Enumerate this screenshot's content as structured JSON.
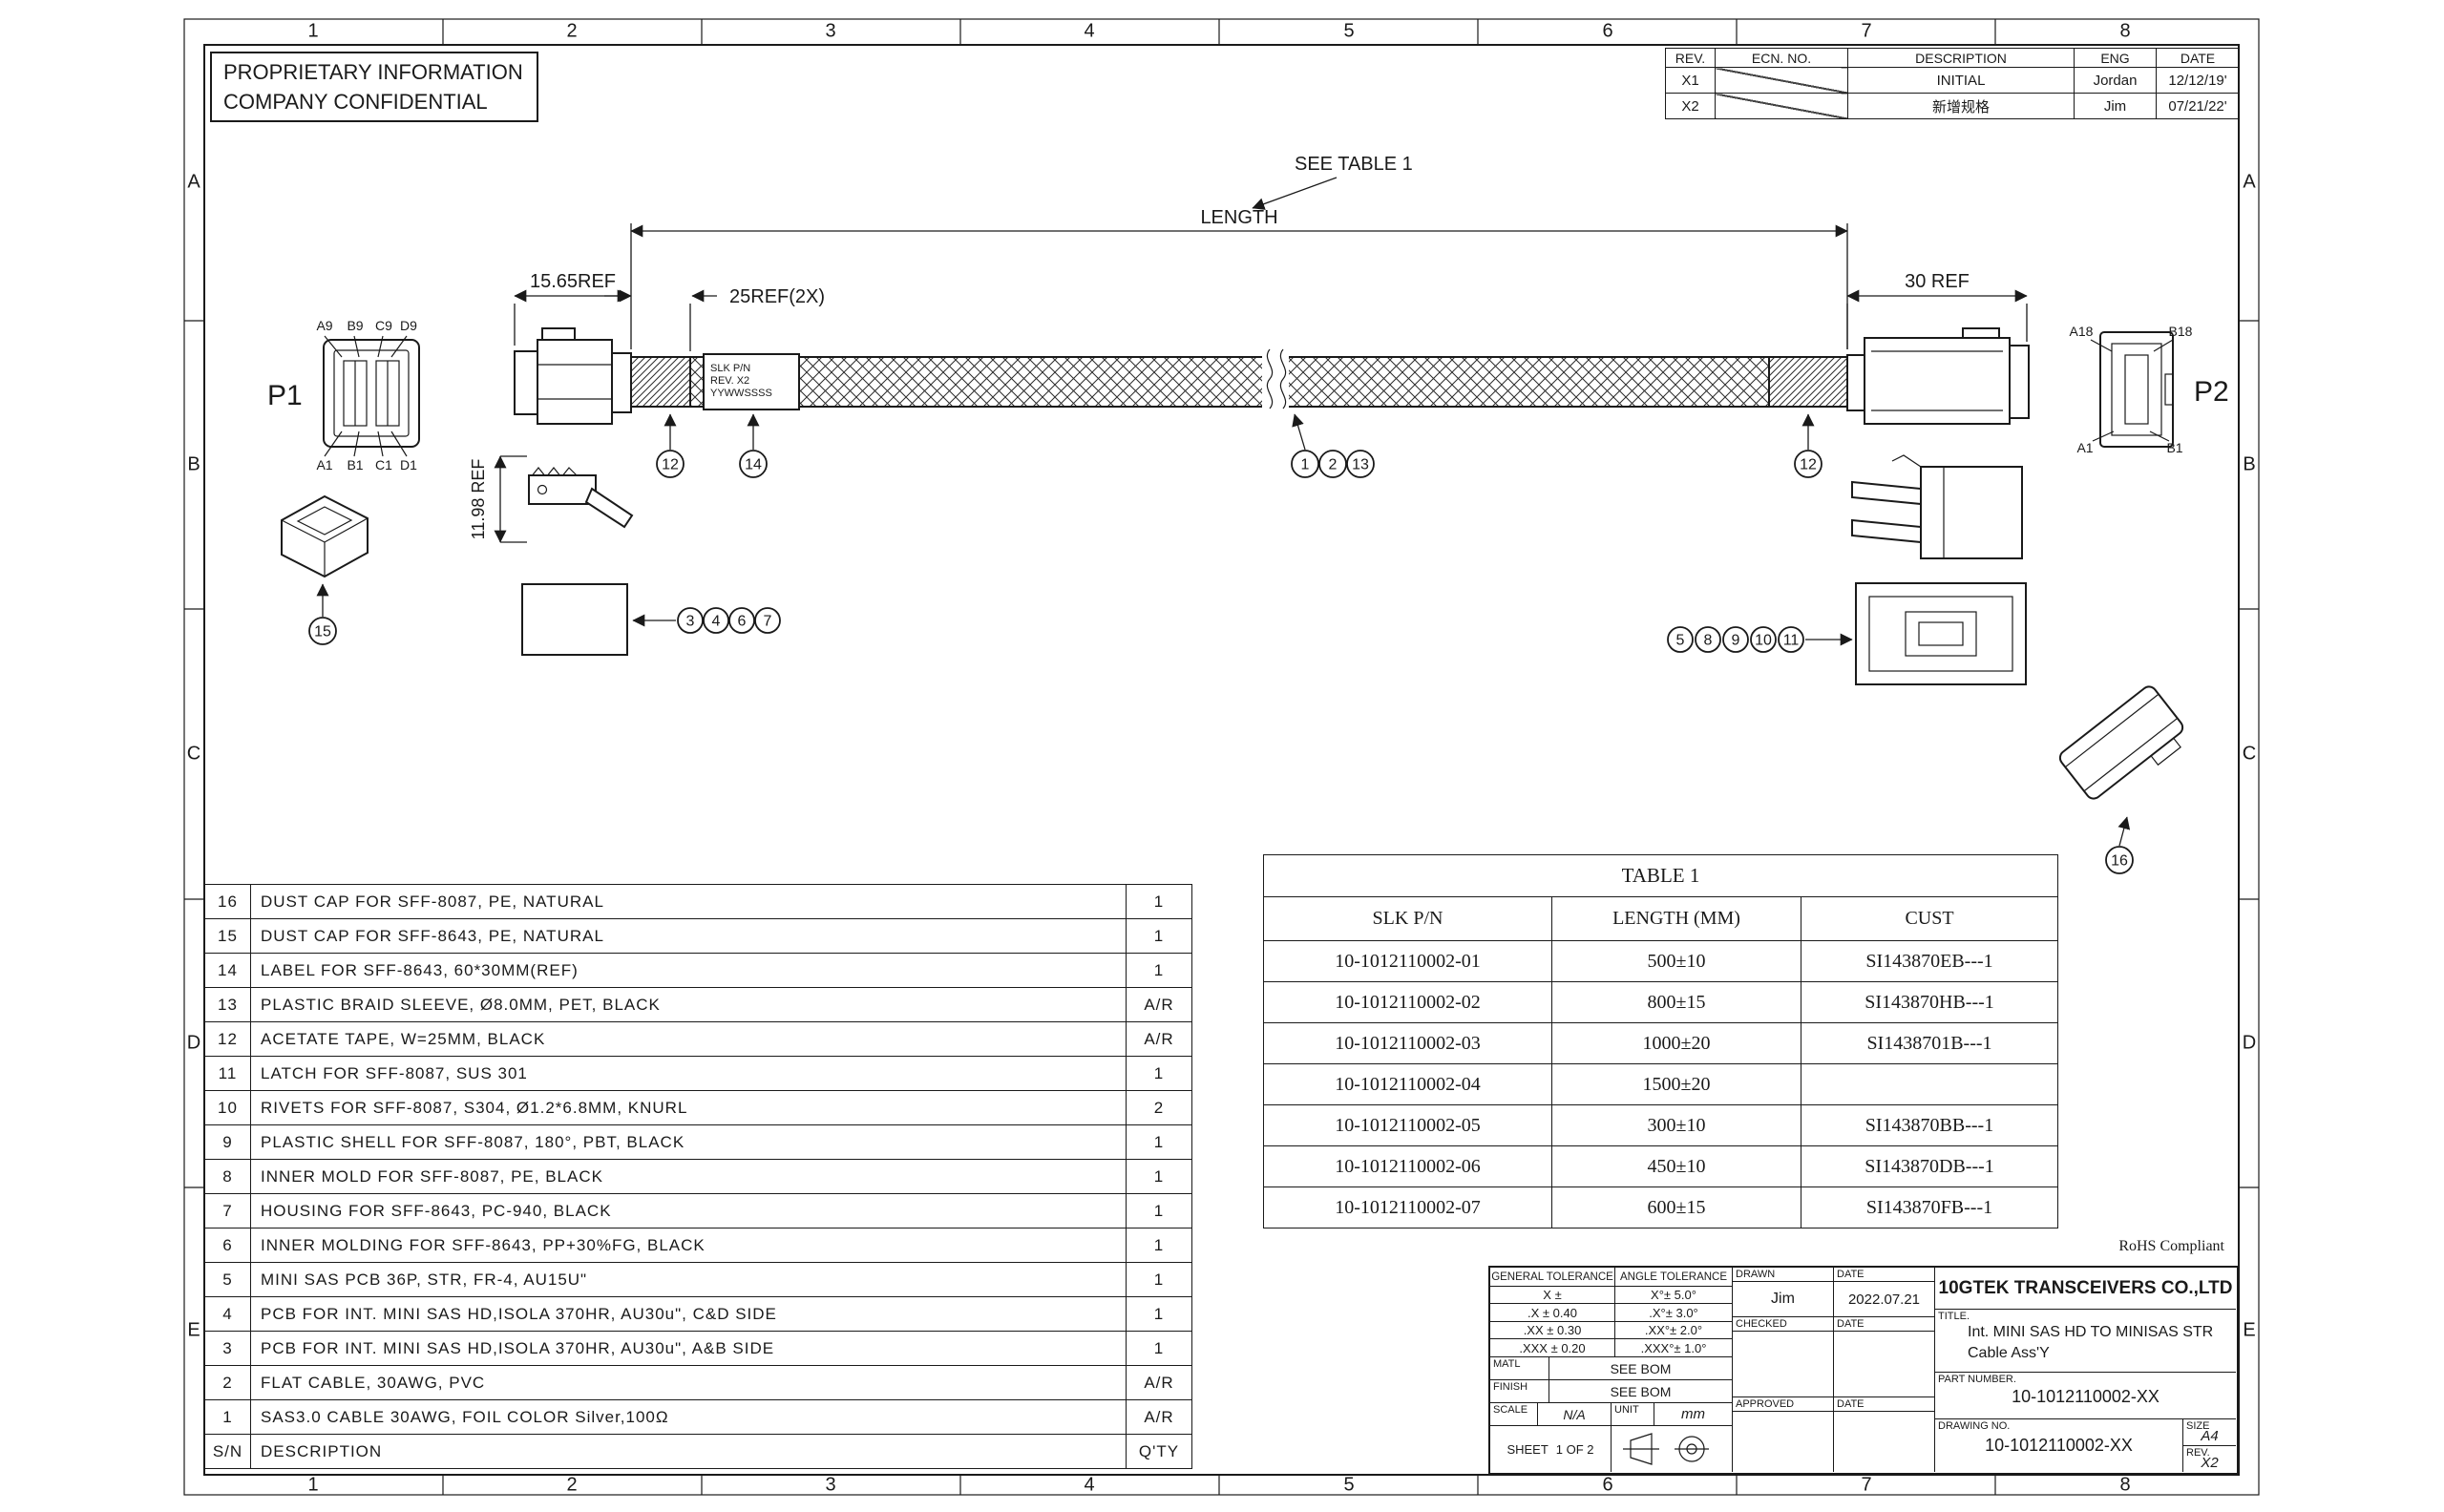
{
  "sheet": {
    "proprietary_line1": "PROPRIETARY INFORMATION",
    "proprietary_line2": "COMPANY CONFIDENTIAL",
    "rohs": "RoHS Compliant",
    "grid_cols": [
      "1",
      "2",
      "3",
      "4",
      "5",
      "6",
      "7",
      "8"
    ],
    "grid_rows": [
      "A",
      "B",
      "C",
      "D",
      "E"
    ]
  },
  "revisions": {
    "headers": {
      "rev": "REV.",
      "ecn": "ECN. NO.",
      "description": "DESCRIPTION",
      "eng": "ENG",
      "date": "DATE"
    },
    "rows": [
      {
        "rev": "X1",
        "description": "INITIAL",
        "eng": "Jordan",
        "date": "12/12/19'"
      },
      {
        "rev": "X2",
        "description": "新增规格",
        "eng": "Jim",
        "date": "07/21/22'"
      }
    ]
  },
  "drawing": {
    "see_table": "SEE TABLE 1",
    "length": "LENGTH",
    "dim_left_connector": "15.65REF",
    "dim_tape": "25REF(2X)",
    "dim_right_connector": "30 REF",
    "dim_height": "11.98 REF",
    "p1": "P1",
    "p2": "P2",
    "p1_pins": {
      "a9": "A9",
      "b9": "B9",
      "c9": "C9",
      "d9": "D9",
      "a1": "A1",
      "b1": "B1",
      "c1": "C1",
      "d1": "D1"
    },
    "p2_pins": {
      "a18": "A18",
      "b18": "B18",
      "a1": "A1",
      "b1": "B1"
    },
    "cable_label": {
      "line1": "SLK P/N",
      "line2": "REV. X2",
      "line3": "YYWWSSSS"
    },
    "balloons": {
      "tape_left": "12",
      "label": "14",
      "cable": [
        "1",
        "2",
        "13"
      ],
      "tape_right": "12",
      "label_view": [
        "3",
        "4",
        "6",
        "7"
      ],
      "p2_view": [
        "5",
        "8",
        "9",
        "10",
        "11"
      ],
      "cap_p1": "15",
      "cap_p2": "16"
    }
  },
  "bom": {
    "footer": {
      "sn": "S/N",
      "desc": "DESCRIPTION",
      "qty": "Q'TY"
    },
    "rows": [
      {
        "sn": "16",
        "desc": "DUST CAP FOR SFF-8087, PE, NATURAL",
        "qty": "1"
      },
      {
        "sn": "15",
        "desc": "DUST CAP FOR SFF-8643, PE, NATURAL",
        "qty": "1"
      },
      {
        "sn": "14",
        "desc": "LABEL FOR SFF-8643, 60*30MM(REF)",
        "qty": "1"
      },
      {
        "sn": "13",
        "desc": "PLASTIC BRAID SLEEVE, Ø8.0MM, PET, BLACK",
        "qty": "A/R"
      },
      {
        "sn": "12",
        "desc": "ACETATE TAPE, W=25MM, BLACK",
        "qty": "A/R"
      },
      {
        "sn": "11",
        "desc": "LATCH FOR SFF-8087, SUS 301",
        "qty": "1"
      },
      {
        "sn": "10",
        "desc": "RIVETS FOR SFF-8087, S304, Ø1.2*6.8MM, KNURL",
        "qty": "2"
      },
      {
        "sn": "9",
        "desc": "PLASTIC SHELL FOR SFF-8087, 180°, PBT, BLACK",
        "qty": "1"
      },
      {
        "sn": "8",
        "desc": "INNER MOLD FOR SFF-8087, PE, BLACK",
        "qty": "1"
      },
      {
        "sn": "7",
        "desc": "HOUSING FOR SFF-8643, PC-940, BLACK",
        "qty": "1"
      },
      {
        "sn": "6",
        "desc": "INNER MOLDING FOR SFF-8643, PP+30%FG, BLACK",
        "qty": "1"
      },
      {
        "sn": "5",
        "desc": "MINI SAS PCB 36P, STR, FR-4, AU15U\"",
        "qty": "1"
      },
      {
        "sn": "4",
        "desc": "PCB FOR INT. MINI SAS HD,ISOLA 370HR, AU30u\", C&D SIDE",
        "qty": "1"
      },
      {
        "sn": "3",
        "desc": "PCB FOR INT. MINI SAS HD,ISOLA 370HR, AU30u\", A&B SIDE",
        "qty": "1"
      },
      {
        "sn": "2",
        "desc": "FLAT CABLE, 30AWG, PVC",
        "qty": "A/R"
      },
      {
        "sn": "1",
        "desc": "SAS3.0 CABLE 30AWG, FOIL COLOR Silver,100Ω",
        "qty": "A/R"
      }
    ]
  },
  "table1": {
    "title": "TABLE 1",
    "headers": {
      "pn": "SLK P/N",
      "length": "LENGTH (MM)",
      "cust": "CUST"
    },
    "rows": [
      {
        "pn": "10-1012110002-01",
        "length": "500±10",
        "cust": "SI143870EB---1"
      },
      {
        "pn": "10-1012110002-02",
        "length": "800±15",
        "cust": "SI143870HB---1"
      },
      {
        "pn": "10-1012110002-03",
        "length": "1000±20",
        "cust": "SI1438701B---1"
      },
      {
        "pn": "10-1012110002-04",
        "length": "1500±20",
        "cust": ""
      },
      {
        "pn": "10-1012110002-05",
        "length": "300±10",
        "cust": "SI143870BB---1"
      },
      {
        "pn": "10-1012110002-06",
        "length": "450±10",
        "cust": "SI143870DB---1"
      },
      {
        "pn": "10-1012110002-07",
        "length": "600±15",
        "cust": "SI143870FB---1"
      }
    ]
  },
  "title_block": {
    "general_tolerance": {
      "title": "GENERAL TOLERANCE",
      "rows": [
        "X ±",
        ".X ± 0.40",
        ".XX ± 0.30",
        ".XXX ± 0.20"
      ]
    },
    "angle_tolerance": {
      "title": "ANGLE TOLERANCE",
      "rows": [
        "X°± 5.0°",
        ".X°± 3.0°",
        ".XX°± 2.0°",
        ".XXX°± 1.0°"
      ]
    },
    "matl_label": "MATL",
    "matl_value": "SEE BOM",
    "finish_label": "FINISH",
    "finish_value": "SEE BOM",
    "scale_label": "SCALE",
    "scale_value": "N/A",
    "unit_label": "UNIT",
    "unit_value": "mm",
    "sheet_label": "SHEET",
    "sheet_value": "1 OF 2",
    "drawn_label": "DRAWN",
    "drawn_value": "Jim",
    "date_label": "DATE",
    "drawn_date": "2022.07.21",
    "checked_label": "CHECKED",
    "approved_label": "APPROVED",
    "company": "10GTEK TRANSCEIVERS CO.,LTD",
    "title_label": "TITLE.",
    "title_line1": "Int. MINI SAS HD TO MINISAS STR",
    "title_line2": "Cable Ass'Y",
    "part_number_label": "PART NUMBER.",
    "part_number": "10-1012110002-XX",
    "drawing_no_label": "DRAWING NO.",
    "drawing_no": "10-1012110002-XX",
    "size_label": "SIZE",
    "size_value": "A4",
    "rev_label": "REV.",
    "rev_value": "X2"
  }
}
